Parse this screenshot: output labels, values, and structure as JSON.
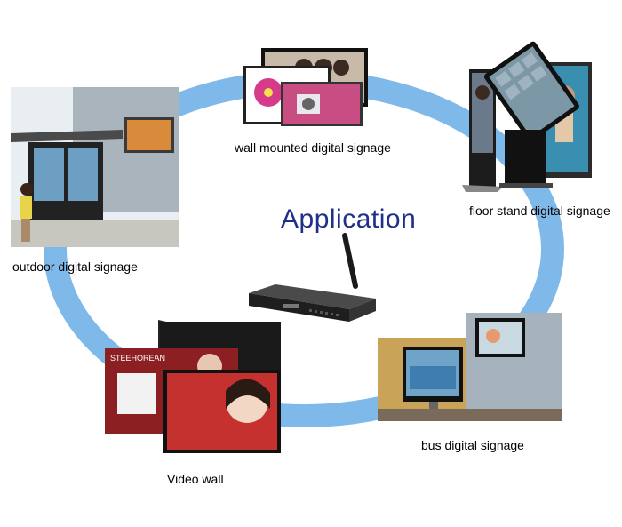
{
  "title": "Application",
  "labels": {
    "wall": "wall mounted digital signage",
    "floor": "floor stand digital signage",
    "outdoor": "outdoor digital signage",
    "videowall": "Video wall",
    "bus": "bus digital signage"
  },
  "brand_text": "STEEHOREAN",
  "colors": {
    "ring": "#7fb9ea",
    "title": "#1f2f8a",
    "device": "#2a2a2a"
  }
}
